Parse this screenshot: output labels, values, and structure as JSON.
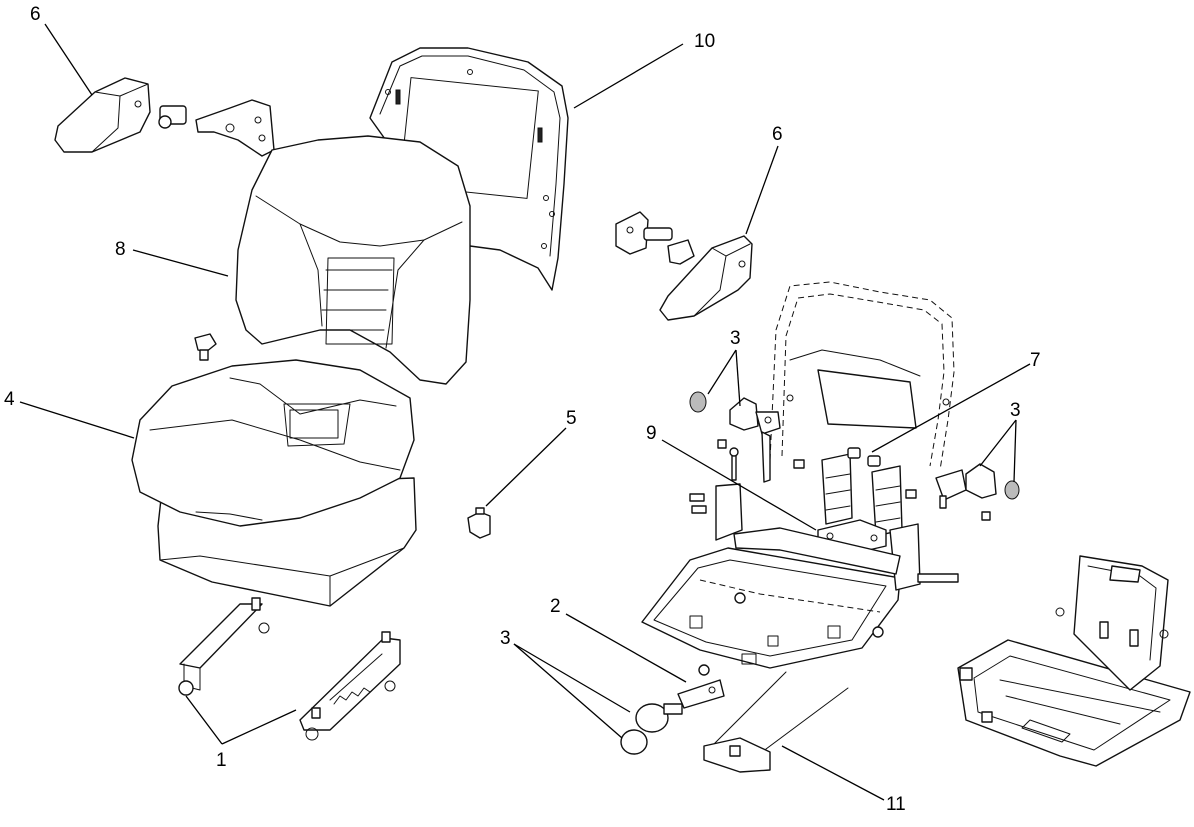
{
  "diagram": {
    "callouts": [
      {
        "key": "c6a",
        "text": "6"
      },
      {
        "key": "c10",
        "text": "10"
      },
      {
        "key": "c8",
        "text": "8"
      },
      {
        "key": "c6b",
        "text": "6"
      },
      {
        "key": "c3a",
        "text": "3"
      },
      {
        "key": "c7",
        "text": "7"
      },
      {
        "key": "c4",
        "text": "4"
      },
      {
        "key": "c5",
        "text": "5"
      },
      {
        "key": "c9",
        "text": "9"
      },
      {
        "key": "c3b",
        "text": "3"
      },
      {
        "key": "c2",
        "text": "2"
      },
      {
        "key": "c3c",
        "text": "3"
      },
      {
        "key": "c1",
        "text": "1"
      },
      {
        "key": "c11",
        "text": "11"
      }
    ]
  }
}
